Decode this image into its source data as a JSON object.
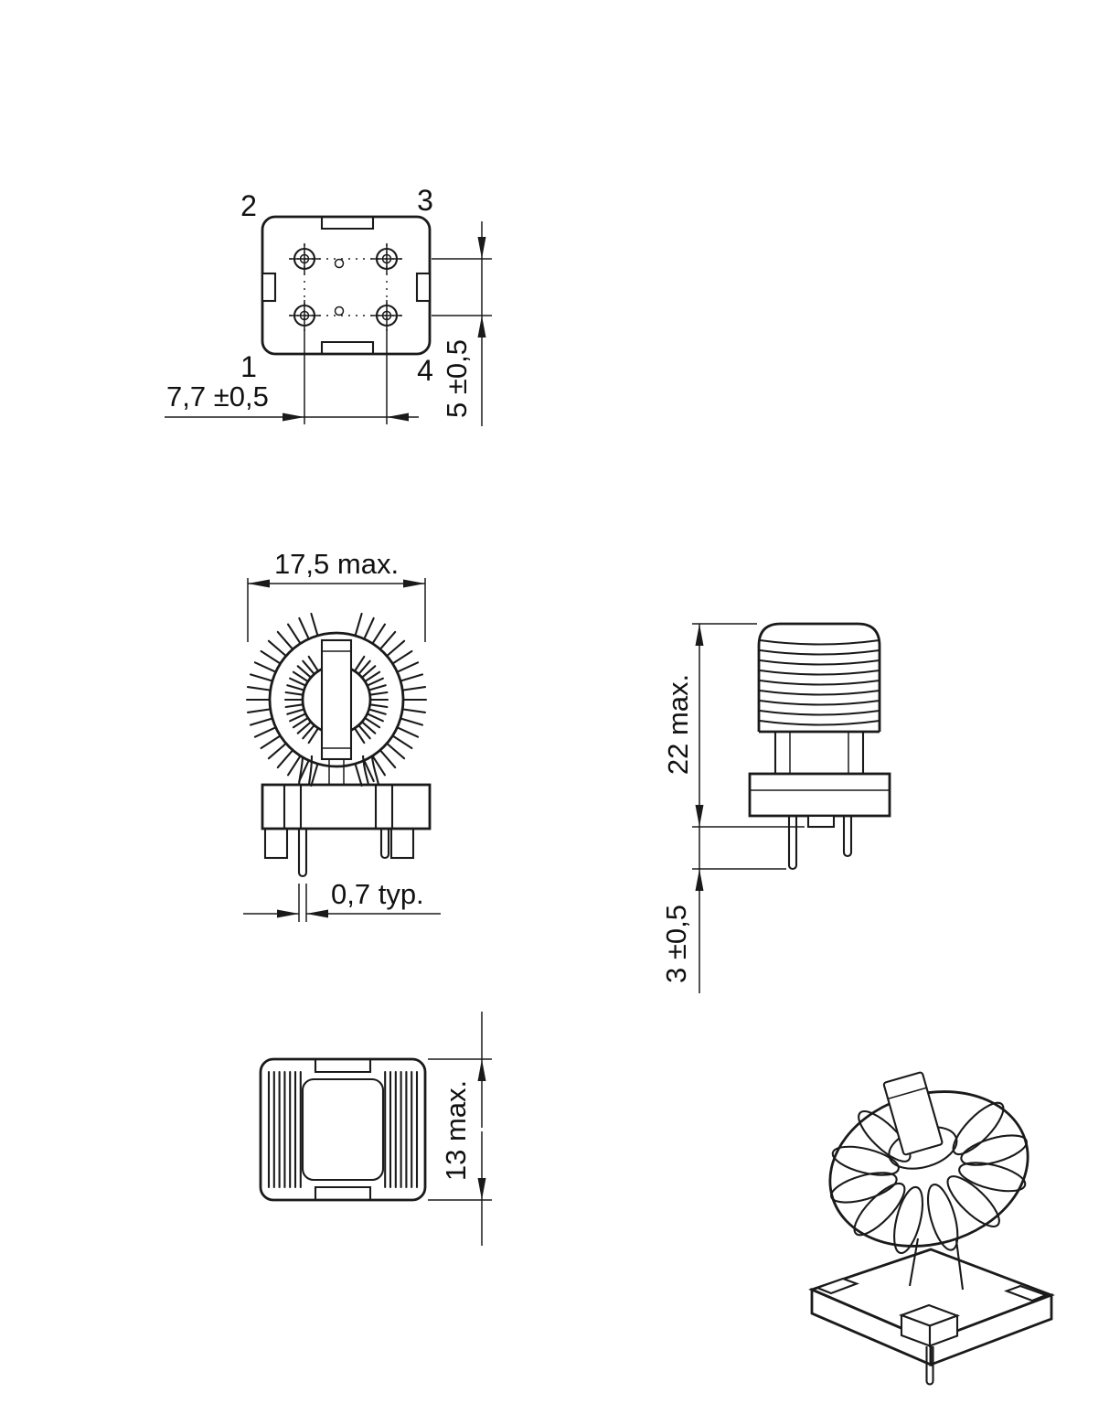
{
  "drawing": {
    "background": "#ffffff",
    "line_color": "#1a1a1a",
    "views": {
      "bottom": {
        "pin_top_left": "2",
        "pin_top_right": "3",
        "pin_bottom_left": "1",
        "pin_bottom_right": "4",
        "dim_pitch_h": "7,7 ±0,5",
        "dim_pitch_v": "5 ±0,5"
      },
      "front": {
        "dim_width": "17,5 max.",
        "dim_pin": "0,7 typ."
      },
      "side": {
        "dim_height": "22 max.",
        "dim_pin_len": "3 ±0,5"
      },
      "top": {
        "dim_depth": "13 max."
      }
    }
  }
}
